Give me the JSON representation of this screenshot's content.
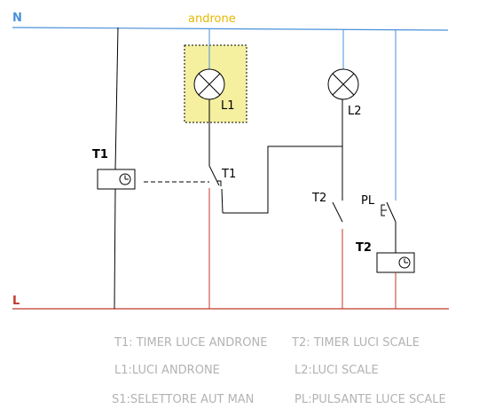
{
  "rails": {
    "neutral_label": "N",
    "live_label": "L",
    "neutral_color": "#4a90d9",
    "live_color": "#c0392b"
  },
  "area_label": "androne",
  "area_label_color": "#e6b800",
  "area_fill": "#f5f0a0",
  "lamps": {
    "l1": "L1",
    "l2": "L2"
  },
  "timers": {
    "t1": "T1",
    "t2": "T2"
  },
  "switches": {
    "t1_contact": "T1",
    "t2_contact": "T2",
    "pl_button": "PL"
  },
  "legend": {
    "t1": "T1: TIMER LUCE ANDRONE",
    "t2": "T2: TIMER LUCI SCALE",
    "l1": "L1:LUCI ANDRONE",
    "l2": "L2:LUCI SCALE",
    "s1": "S1:SELETTORE AUT MAN",
    "pl": "PL:PULSANTE LUCE SCALE"
  }
}
